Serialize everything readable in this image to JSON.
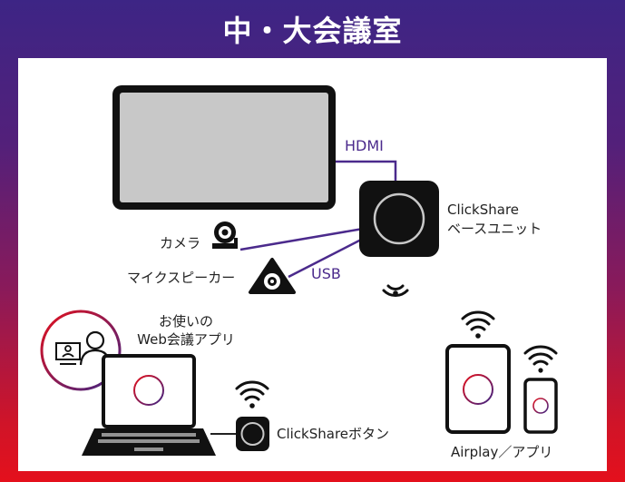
{
  "title": "中・大会議室",
  "labels": {
    "hdmi": "HDMI",
    "usb": "USB",
    "base_unit_line1": "ClickShare",
    "base_unit_line2": "ベースユニット",
    "camera": "カメラ",
    "mic_speaker": "マイクスピーカー",
    "web_app_line1": "お使いの",
    "web_app_line2": "Web会議アプリ",
    "button": "ClickShareボタン",
    "airplay": "Airplay／アプリ"
  },
  "colors": {
    "frame_top": "#3d2585",
    "frame_bottom": "#e4101c",
    "connector": "#4b2a8c",
    "screen": "#c8c8c8"
  }
}
